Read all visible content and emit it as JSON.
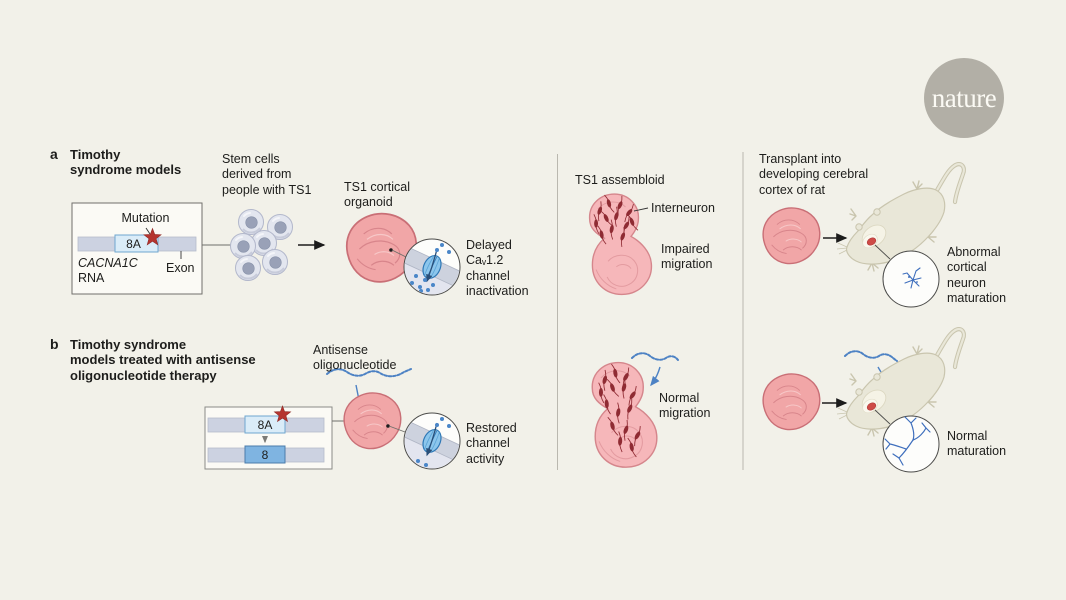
{
  "logo": {
    "text": "nature"
  },
  "panel_a": {
    "label": "a",
    "title": "Timothy\nsyndrome models",
    "stem_cells_caption": "Stem cells\nderived from\npeople with TS1",
    "mutation_box": {
      "mutation_label": "Mutation",
      "exon_8a": "8A",
      "gene": "CACNA1C",
      "rna": "RNA",
      "exon_label": "Exon"
    },
    "organoid_caption": "TS1 cortical\norganoid",
    "channel_caption": "Delayed\nCaᵥ1.2\nchannel\ninactivation",
    "assembloid_caption": "TS1 assembloid",
    "interneuron_label": "Interneuron",
    "migration_caption": "Impaired\nmigration",
    "transplant_caption": "Transplant into\ndeveloping cerebral\ncortex of rat",
    "maturation_caption": "Abnormal\ncortical\nneuron\nmaturation"
  },
  "panel_b": {
    "label": "b",
    "title": "Timothy syndrome\nmodels treated with antisense\noligonucleotide therapy",
    "aso_caption": "Antisense\noligonucleotide",
    "splice_box": {
      "exon_8a": "8A",
      "exon_8": "8"
    },
    "channel_caption": "Restored\nchannel\nactivity",
    "migration_caption": "Normal\nmigration",
    "maturation_caption": "Normal\nmaturation"
  },
  "colors": {
    "background": "#f2f1e9",
    "organoid_pink": "#f1a6a7",
    "assembloid_pink": "#f6b7ba",
    "interneuron_red": "#8f2b33",
    "exon_blue_light": "#daecf8",
    "exon_blue": "#7fb4e1",
    "rna_bar_gray": "#ccd2e1",
    "mutation_star_red": "#b5352f",
    "aso_blue": "#4d82c4",
    "rat_beige": "#e9e7d8",
    "logo_gray": "#b2afa6"
  }
}
